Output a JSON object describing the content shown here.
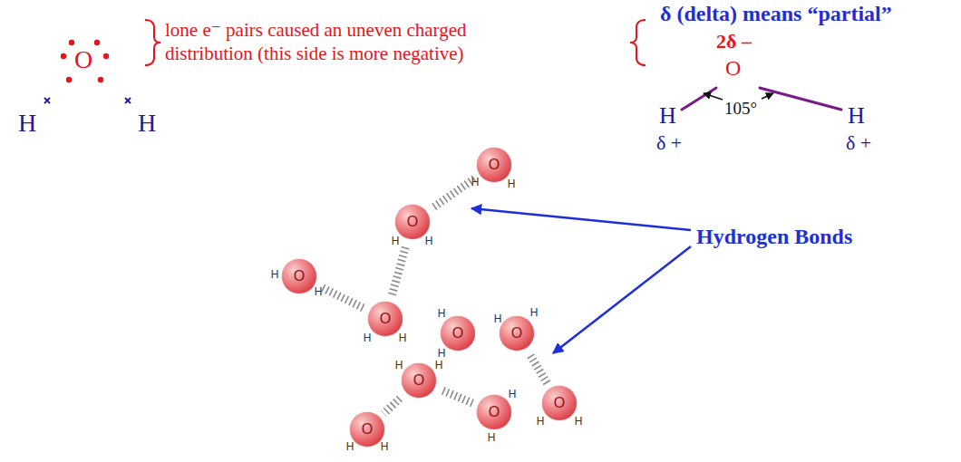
{
  "diagram": {
    "nodes": [
      {
        "text": [
          "O",
          "H",
          "H"
        ]
      },
      {
        "text": [
          "O",
          "H",
          "H"
        ]
      },
      {
        "text": [
          "O",
          "H",
          "H"
        ]
      },
      {
        "text": [
          "O",
          "H",
          "H"
        ]
      },
      {
        "text": [
          "O",
          "H",
          "H"
        ]
      },
      {
        "text": [
          "O",
          "H",
          "H"
        ]
      },
      {
        "text": [
          "O",
          "H",
          "H"
        ]
      },
      {
        "text": [
          "O",
          "H",
          "H"
        ]
      },
      {
        "text": [
          "O",
          "H",
          "H"
        ]
      },
      {
        "text": [
          "O",
          "H",
          "H"
        ]
      }
    ],
    "edges": [
      {
        "from": 1,
        "to": 0,
        "arrow": "none"
      },
      {
        "from": 1,
        "to": 3,
        "arrow": "none"
      },
      {
        "from": 2,
        "to": 3,
        "arrow": "none"
      },
      {
        "from": 5,
        "to": 7,
        "arrow": "none"
      },
      {
        "from": 6,
        "to": 8,
        "arrow": "none"
      },
      {
        "from": 6,
        "to": 9,
        "arrow": "none"
      }
    ],
    "labels": [
      "O",
      "H",
      "H",
      "lone e⁻ pairs caused an uneven charged distribution (this side is more negative)",
      "δ (delta) means “partial”",
      "2δ –",
      "O",
      "105°",
      "H",
      "H",
      "δ +",
      "δ +",
      "Hydrogen Bonds"
    ]
  }
}
